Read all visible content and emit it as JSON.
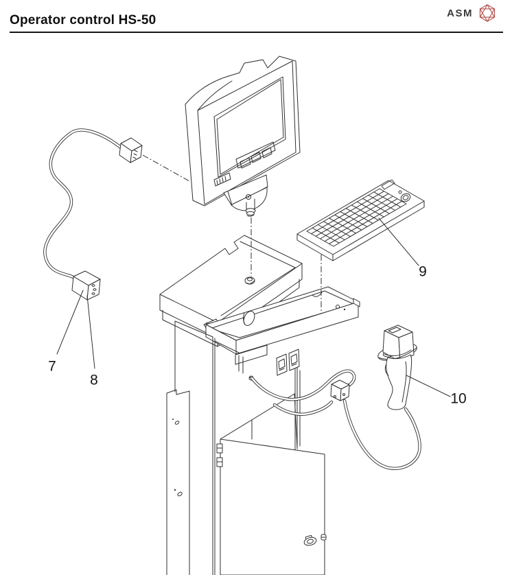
{
  "page": {
    "title": "Operator control HS-50"
  },
  "brand": {
    "name": "ASM",
    "logo_color": "#b2524e"
  },
  "colors": {
    "line": "#2e2e2e",
    "background": "#ffffff"
  },
  "callouts": [
    {
      "ref": "7",
      "target": "power-cable-connector"
    },
    {
      "ref": "8",
      "target": "power-cable-connector-pins"
    },
    {
      "ref": "9",
      "target": "keyboard"
    },
    {
      "ref": "10",
      "target": "hand-scanner"
    }
  ]
}
